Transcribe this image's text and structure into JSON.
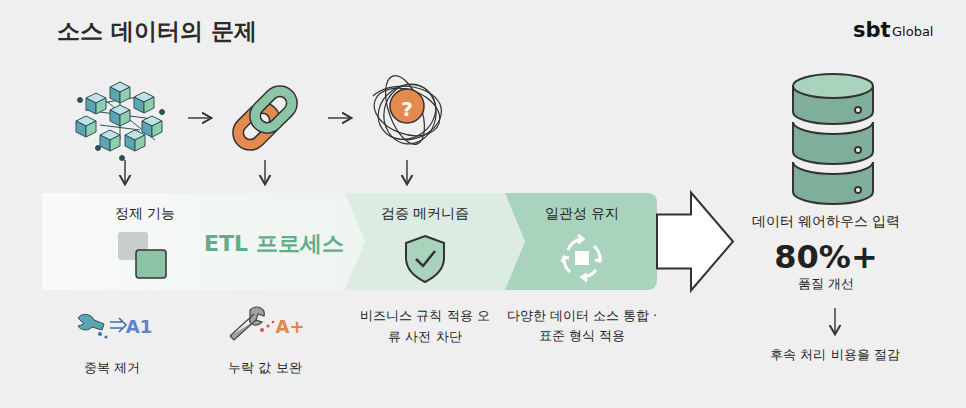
{
  "diagram": {
    "title": "소스 데이터의 문제",
    "nodes": [
      {
        "text": [
          "ETL 프로세스"
        ]
      },
      {
        "text": [
          "정제 기능"
        ],
        "in": 0
      },
      {
        "text": [
          "검증 메커니즘"
        ],
        "in": 0
      },
      {
        "text": [
          "일관성 유지"
        ],
        "in": 0
      },
      {
        "text": [
          "데이터 웨어하우스 입력",
          "80%+",
          "품질 개선"
        ]
      }
    ],
    "edges": [
      {
        "from": 0,
        "to": 4,
        "arrow": "to"
      }
    ],
    "labels": [
      "sbt",
      "Global",
      "?",
      "중복 제거",
      "누락 값 보완",
      "A1",
      "A+",
      "비즈니스 규칙 적용 오류 사전 차단",
      "다양한 데이터 소스 통합 · 표준 형식 적용",
      "후속 처리 비용을 절감"
    ]
  }
}
